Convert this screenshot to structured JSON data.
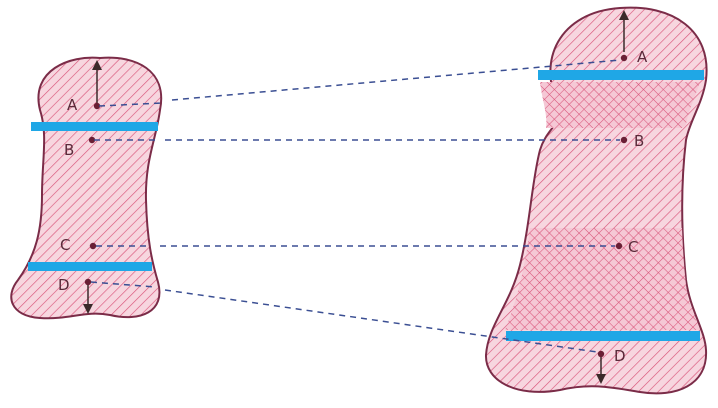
{
  "colors": {
    "bone_fill": "#f7d6df",
    "bone_outline": "#7b2c48",
    "hatch": "#d9557a",
    "growth_plate": "#1fa7e6",
    "dashed_line": "#3b4f93",
    "marker": "#6a1f35"
  },
  "small_bone": {
    "labels": [
      "A",
      "B",
      "C",
      "D"
    ]
  },
  "large_bone": {
    "labels": [
      "A",
      "B",
      "C",
      "D"
    ]
  }
}
